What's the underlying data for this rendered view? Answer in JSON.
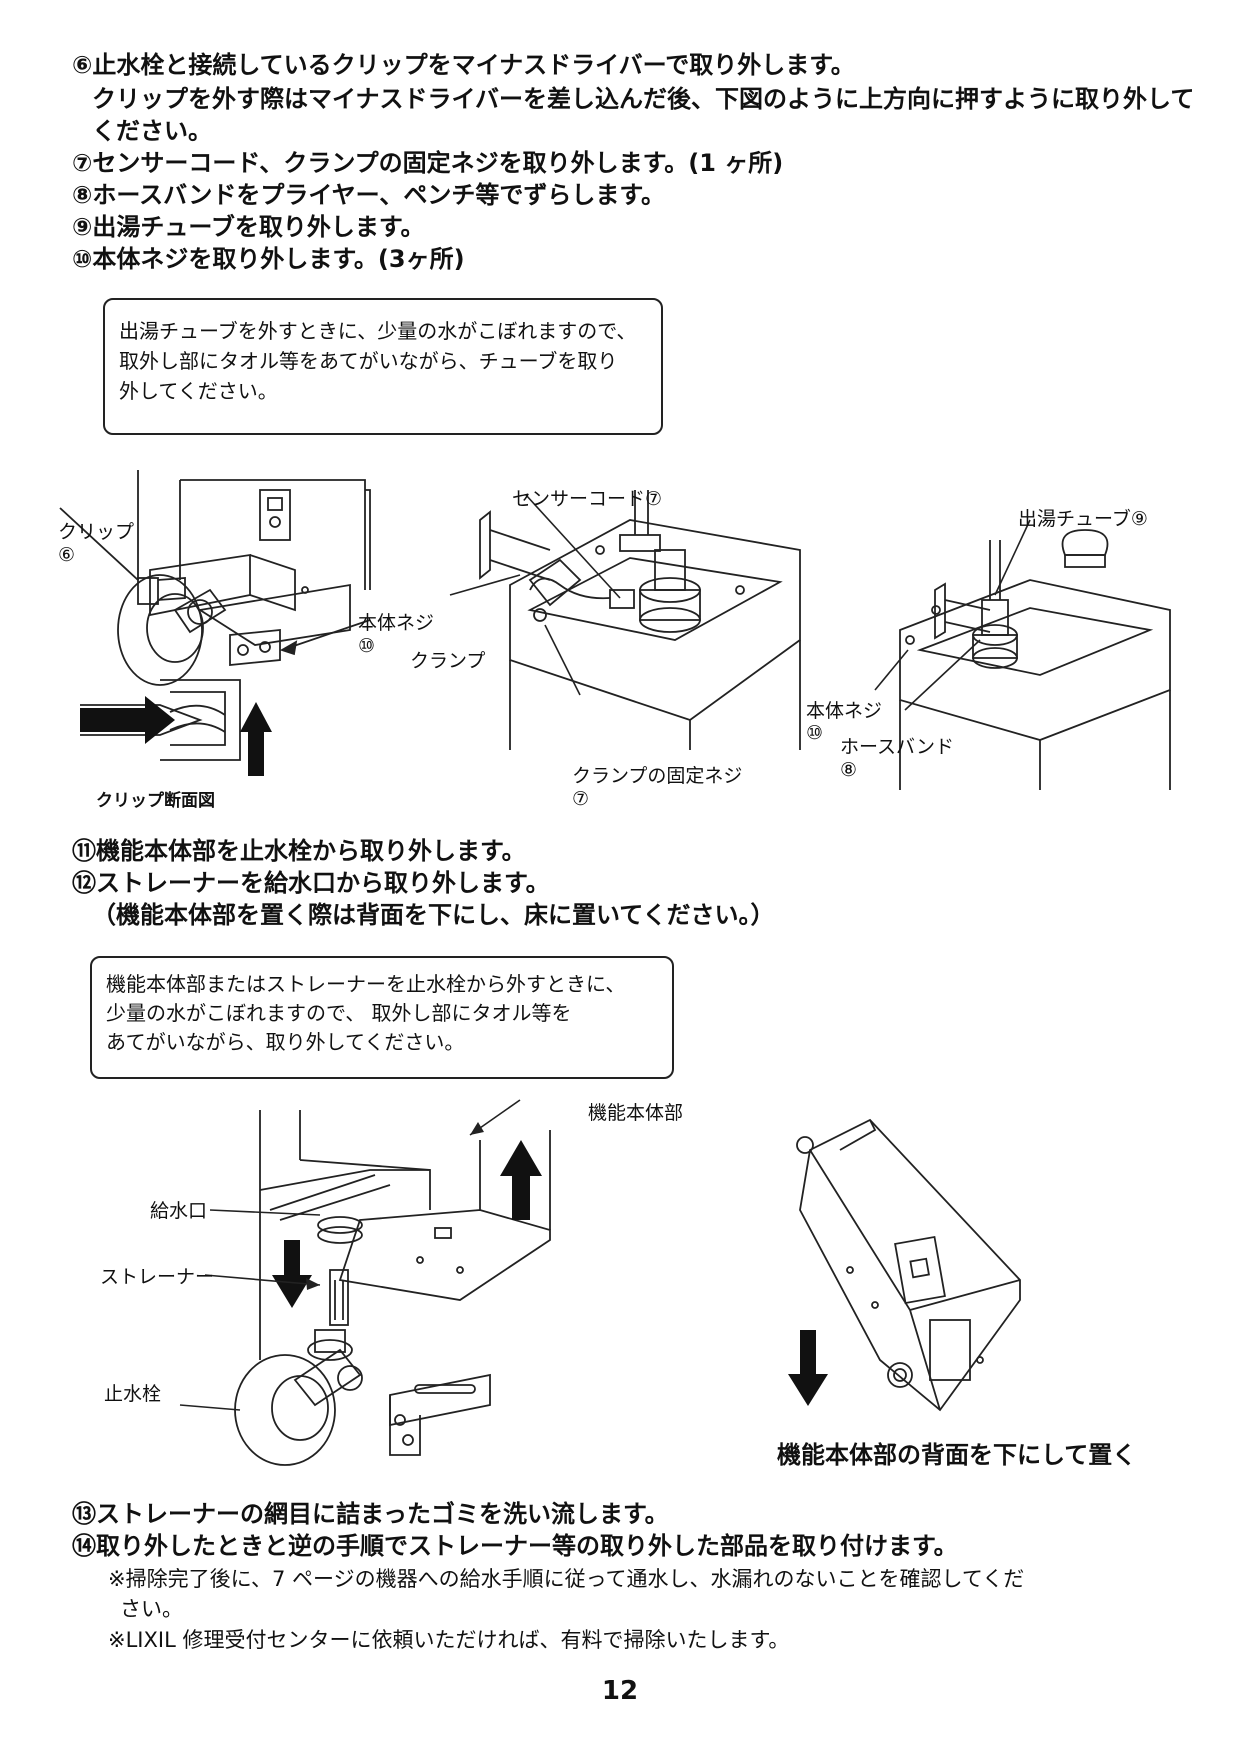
{
  "steps_top": {
    "s6": "⑥止水栓と接続しているクリップをマイナスドライバーで取り外します。",
    "s6_detail_1": "クリップを外す際はマイナスドライバーを差し込んだ後、下図のように上方向に押すように取り外して",
    "s6_detail_2": "ください。",
    "s7": "⑦センサーコード、クランプの固定ネジを取り外します。(1 ヶ所)",
    "s8": "⑧ホースバンドをプライヤー、ペンチ等でずらします。",
    "s9": "⑨出湯チューブを取り外します。",
    "s10": "⑩本体ネジを取り外します。(3ヶ所)"
  },
  "caution_1": {
    "line1": "出湯チューブを外すときに、少量の水がこぼれますので、",
    "line2": "取外し部にタオル等をあてがいながら、チューブを取り",
    "line3": "外してください。"
  },
  "figure_1": {
    "clip": "クリップ",
    "clip_num": "⑥",
    "body_screw": "本体ネジ",
    "body_screw_num": "⑩",
    "clip_section": "クリップ断面図"
  },
  "figure_2": {
    "sensor_cord": "センサーコード⑦",
    "clamp": "クランプ",
    "clamp_screw": "クランプの固定ネジ",
    "clamp_screw_num": "⑦"
  },
  "figure_3": {
    "outlet_tube": "出湯チューブ⑨",
    "body_screw": "本体ネジ",
    "body_screw_num": "⑩",
    "hose_band": "ホースバンド",
    "hose_band_num": "⑧"
  },
  "steps_mid": {
    "s11": "⑪機能本体部を止水栓から取り外します。",
    "s12": "⑫ストレーナーを給水口から取り外します。",
    "s12_detail": "（機能本体部を置く際は背面を下にし、床に置いてください。）"
  },
  "caution_2": {
    "line1": "機能本体部またはストレーナーを止水栓から外すときに、",
    "line2": "少量の水がこぼれますので、 取外し部にタオル等を",
    "line3": "あてがいながら、取り外してください。"
  },
  "figure_4": {
    "main_body": "機能本体部",
    "water_inlet": "給水口",
    "strainer": "ストレーナー",
    "stop_valve": "止水栓"
  },
  "figure_5": {
    "caption": "機能本体部の背面を下にして置く"
  },
  "steps_bottom": {
    "s13": "⑬ストレーナーの網目に詰まったゴミを洗い流します。",
    "s14": "⑭取り外したときと逆の手順でストレーナー等の取り外した部品を取り付けます。",
    "note1_1": "※掃除完了後に、7 ページの機器への給水手順に従って通水し、水漏れのないことを確認してくだ",
    "note1_2": "さい。",
    "note2": "※LIXIL 修理受付センターに依頼いただければ、有料で掃除いたします。"
  },
  "page_number": "12"
}
